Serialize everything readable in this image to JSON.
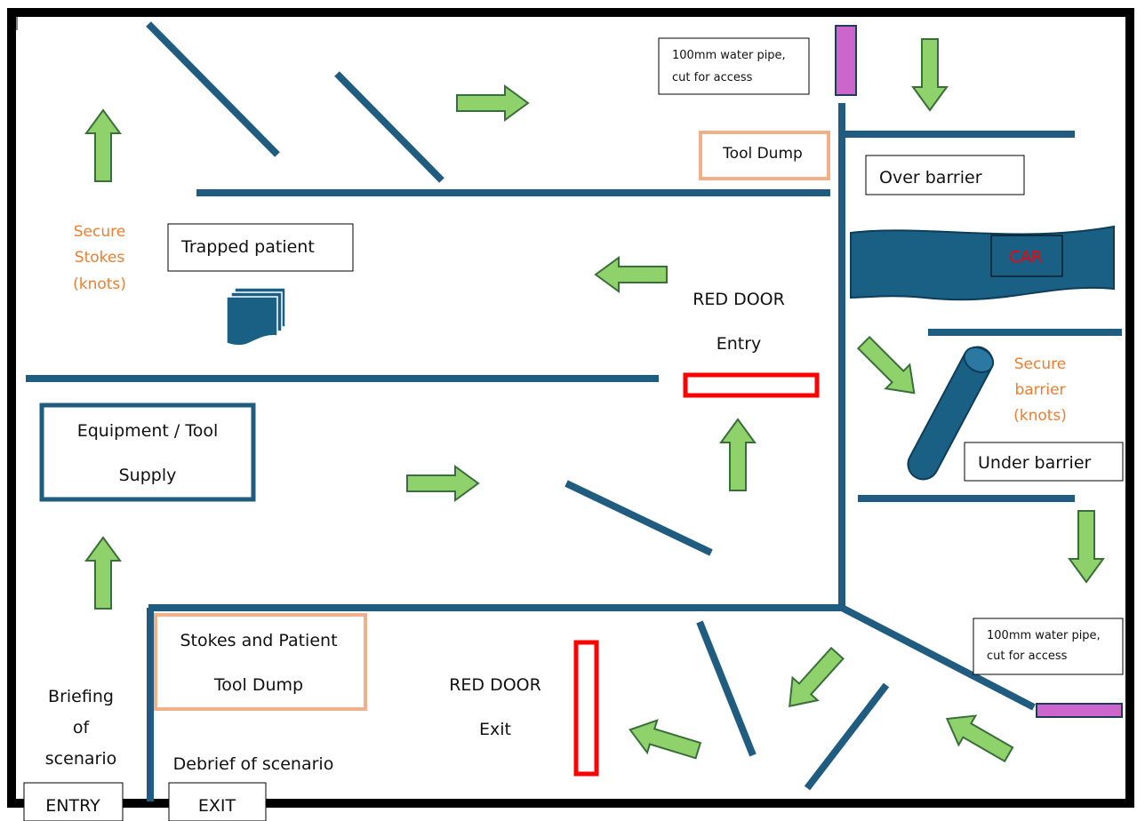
{
  "colors": {
    "wall": "#1f5c80",
    "arrow_fill": "#8fd16a",
    "arrow_stroke": "#3a6e3a",
    "red_door": "#ff0000",
    "pipe": "#cc66cc",
    "tool_dump_border": "#f0b08a",
    "orange_text": "#ed7d31",
    "car_fill": "#1a5f84"
  },
  "labels": {
    "pipe_top_line1": "100mm water pipe,",
    "pipe_top_line2": "cut for access",
    "pipe_bottom_line1": "100mm water pipe,",
    "pipe_bottom_line2": "cut for access",
    "tool_dump_top": "Tool Dump",
    "over_barrier": "Over barrier",
    "car": "CAR",
    "secure_stokes_1": "Secure",
    "secure_stokes_2": "Stokes",
    "secure_stokes_3": "(knots)",
    "trapped_patient": "Trapped patient",
    "red_door_entry_1": "RED DOOR",
    "red_door_entry_2": "Entry",
    "secure_barrier_1": "Secure",
    "secure_barrier_2": "barrier",
    "secure_barrier_3": "(knots)",
    "under_barrier": "Under barrier",
    "equipment_1": "Equipment / Tool",
    "equipment_2": "Supply",
    "stokes_dump_1": "Stokes and Patient",
    "stokes_dump_2": "Tool Dump",
    "red_door_exit_1": "RED DOOR",
    "red_door_exit_2": "Exit",
    "briefing_1": "Briefing",
    "briefing_2": "of",
    "briefing_3": "scenario",
    "debrief": "Debrief of scenario",
    "entry": "ENTRY",
    "exit": "EXIT"
  },
  "icons": {
    "arrow": "block-arrow-icon",
    "stretcher": "stacked-documents-icon",
    "barrier": "cylinder-icon"
  }
}
